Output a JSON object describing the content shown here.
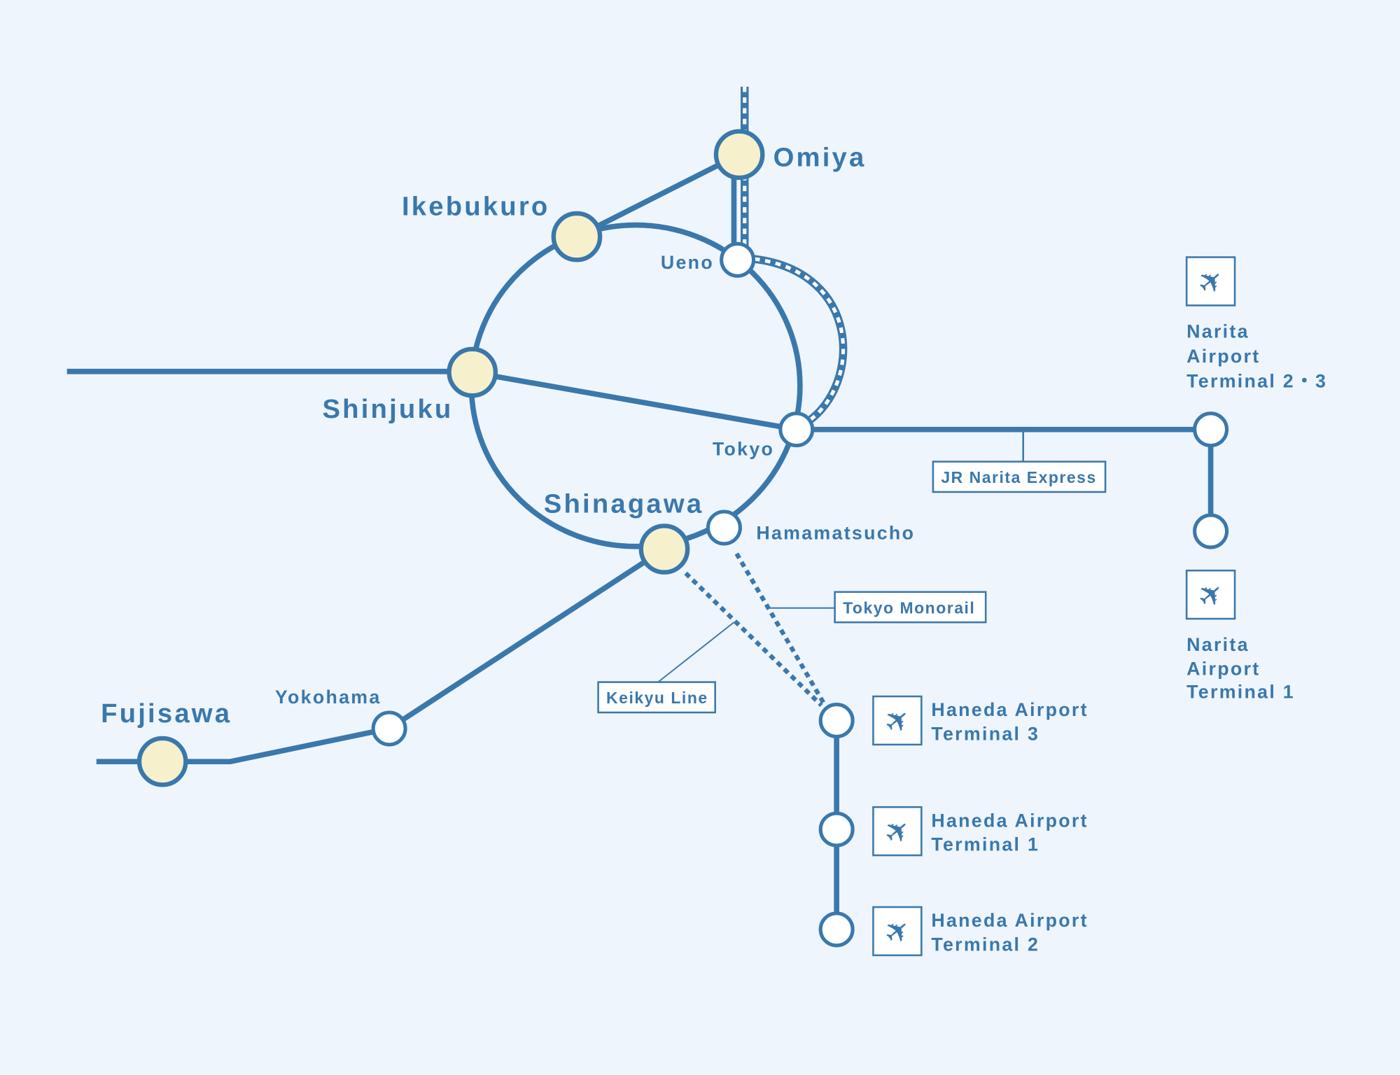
{
  "stations": {
    "omiya": "Omiya",
    "ikebukuro": "Ikebukuro",
    "ueno": "Ueno",
    "shinjuku": "Shinjuku",
    "tokyo": "Tokyo",
    "shinagawa": "Shinagawa",
    "hamamatsucho": "Hamamatsucho",
    "yokohama": "Yokohama",
    "fujisawa": "Fujisawa"
  },
  "lines": {
    "narita_express": "JR Narita Express",
    "monorail": "Tokyo Monorail",
    "keikyu": "Keikyu Line"
  },
  "airports": {
    "narita_t23": [
      "Narita",
      "Airport",
      "Terminal 2・3"
    ],
    "narita_t1": [
      "Narita",
      "Airport",
      "Terminal 1"
    ],
    "haneda_t3": [
      "Haneda Airport",
      "Terminal 3"
    ],
    "haneda_t1": [
      "Haneda Airport",
      "Terminal 1"
    ],
    "haneda_t2": [
      "Haneda Airport",
      "Terminal 2"
    ]
  },
  "icons": {
    "airport": "airplane-icon"
  },
  "colors": {
    "line": "#3a78ac",
    "major_station": "#f6f1cc",
    "background": "#eff5fc"
  }
}
